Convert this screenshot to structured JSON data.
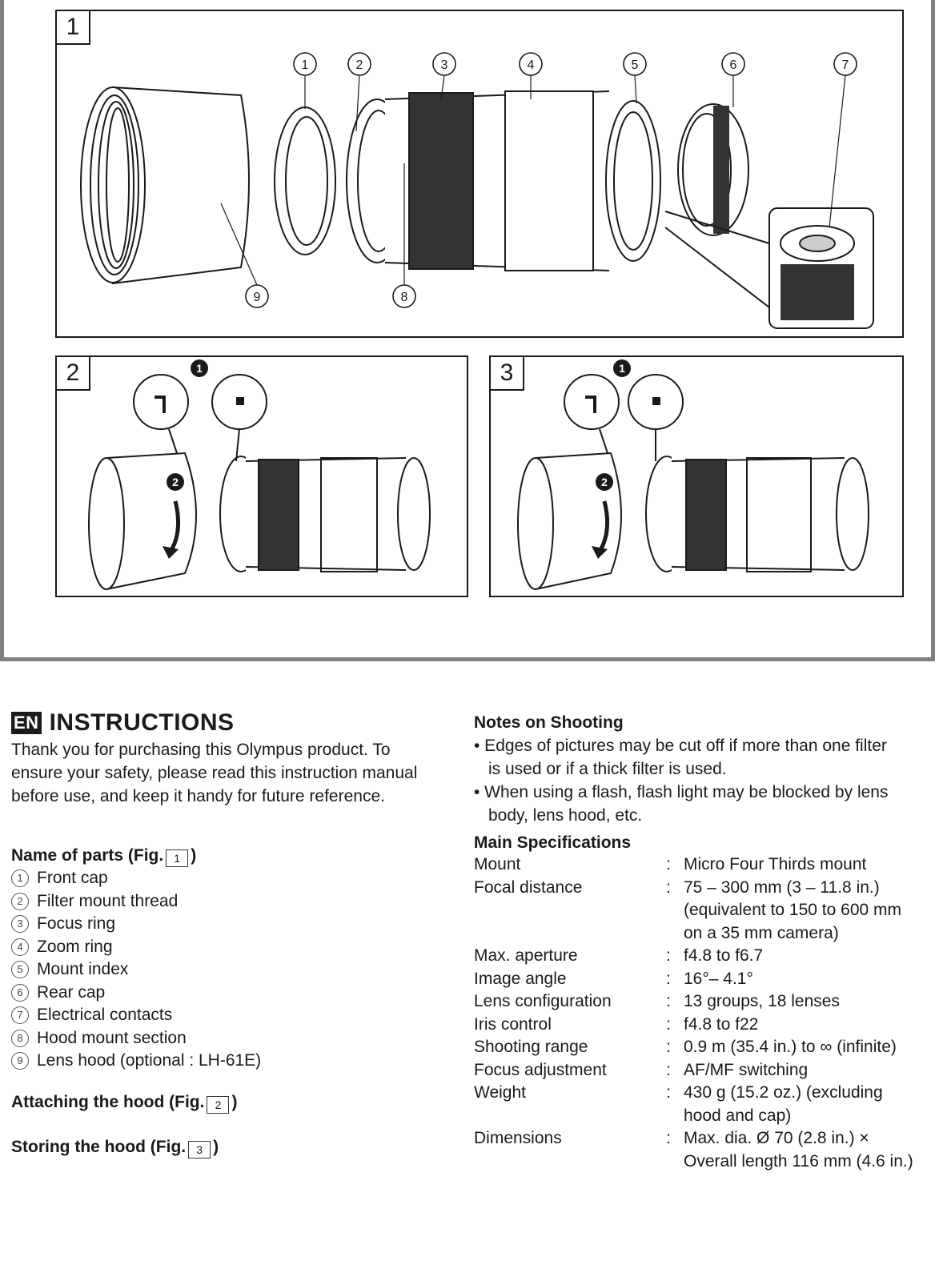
{
  "figures": {
    "panel1": {
      "number": "1",
      "callouts": [
        "1",
        "2",
        "3",
        "4",
        "5",
        "6",
        "7",
        "8",
        "9"
      ]
    },
    "panel2": {
      "number": "2",
      "steps": [
        "1",
        "2"
      ]
    },
    "panel3": {
      "number": "3",
      "steps": [
        "1",
        "2"
      ]
    }
  },
  "instructions": {
    "lang_badge": "EN",
    "title": "INSTRUCTIONS",
    "intro": "Thank you for purchasing this Olympus product. To ensure your safety, please read this instruction manual before use, and keep it handy for future reference.",
    "parts_heading": "Name of parts (Fig.",
    "parts_fig": "1",
    "parts_heading_end": ")",
    "parts": [
      {
        "num": "1",
        "label": "Front cap"
      },
      {
        "num": "2",
        "label": "Filter mount thread"
      },
      {
        "num": "3",
        "label": "Focus ring"
      },
      {
        "num": "4",
        "label": "Zoom ring"
      },
      {
        "num": "5",
        "label": "Mount index"
      },
      {
        "num": "6",
        "label": "Rear cap"
      },
      {
        "num": "7",
        "label": "Electrical contacts"
      },
      {
        "num": "8",
        "label": "Hood mount section"
      },
      {
        "num": "9",
        "label": "Lens hood (optional : LH-61E)"
      }
    ],
    "attach_heading": "Attaching the hood (Fig.",
    "attach_fig": "2",
    "store_heading": "Storing the hood (Fig.",
    "store_fig": "3",
    "close_paren": ")"
  },
  "notes": {
    "heading": "Notes on Shooting",
    "items": [
      "• Edges of pictures may be cut off if more than one filter is used or if a thick filter is used.",
      "• When using a flash, flash light may be blocked by lens body, lens hood, etc."
    ]
  },
  "specs": {
    "heading": "Main Specifications",
    "colon": ":",
    "rows": [
      {
        "key": "Mount",
        "value": "Micro Four Thirds mount"
      },
      {
        "key": "Focal distance",
        "value": "75 – 300 mm (3 – 11.8 in.) (equivalent to 150 to 600 mm on a 35 mm camera)"
      },
      {
        "key": "Max. aperture",
        "value": "f4.8 to f6.7"
      },
      {
        "key": "Image angle",
        "value": "16°– 4.1°"
      },
      {
        "key": "Lens configuration",
        "value": "13 groups, 18 lenses"
      },
      {
        "key": "Iris control",
        "value": "f4.8 to f22"
      },
      {
        "key": "Shooting range",
        "value": "0.9 m (35.4 in.) to ∞ (infinite)"
      },
      {
        "key": "Focus adjustment",
        "value": "AF/MF switching"
      },
      {
        "key": "Weight",
        "value": "430 g (15.2 oz.) (excluding hood and cap)"
      },
      {
        "key": "Dimensions",
        "value": "Max. dia. Ø 70 (2.8 in.) × Overall length 116 mm (4.6 in.)"
      }
    ]
  }
}
